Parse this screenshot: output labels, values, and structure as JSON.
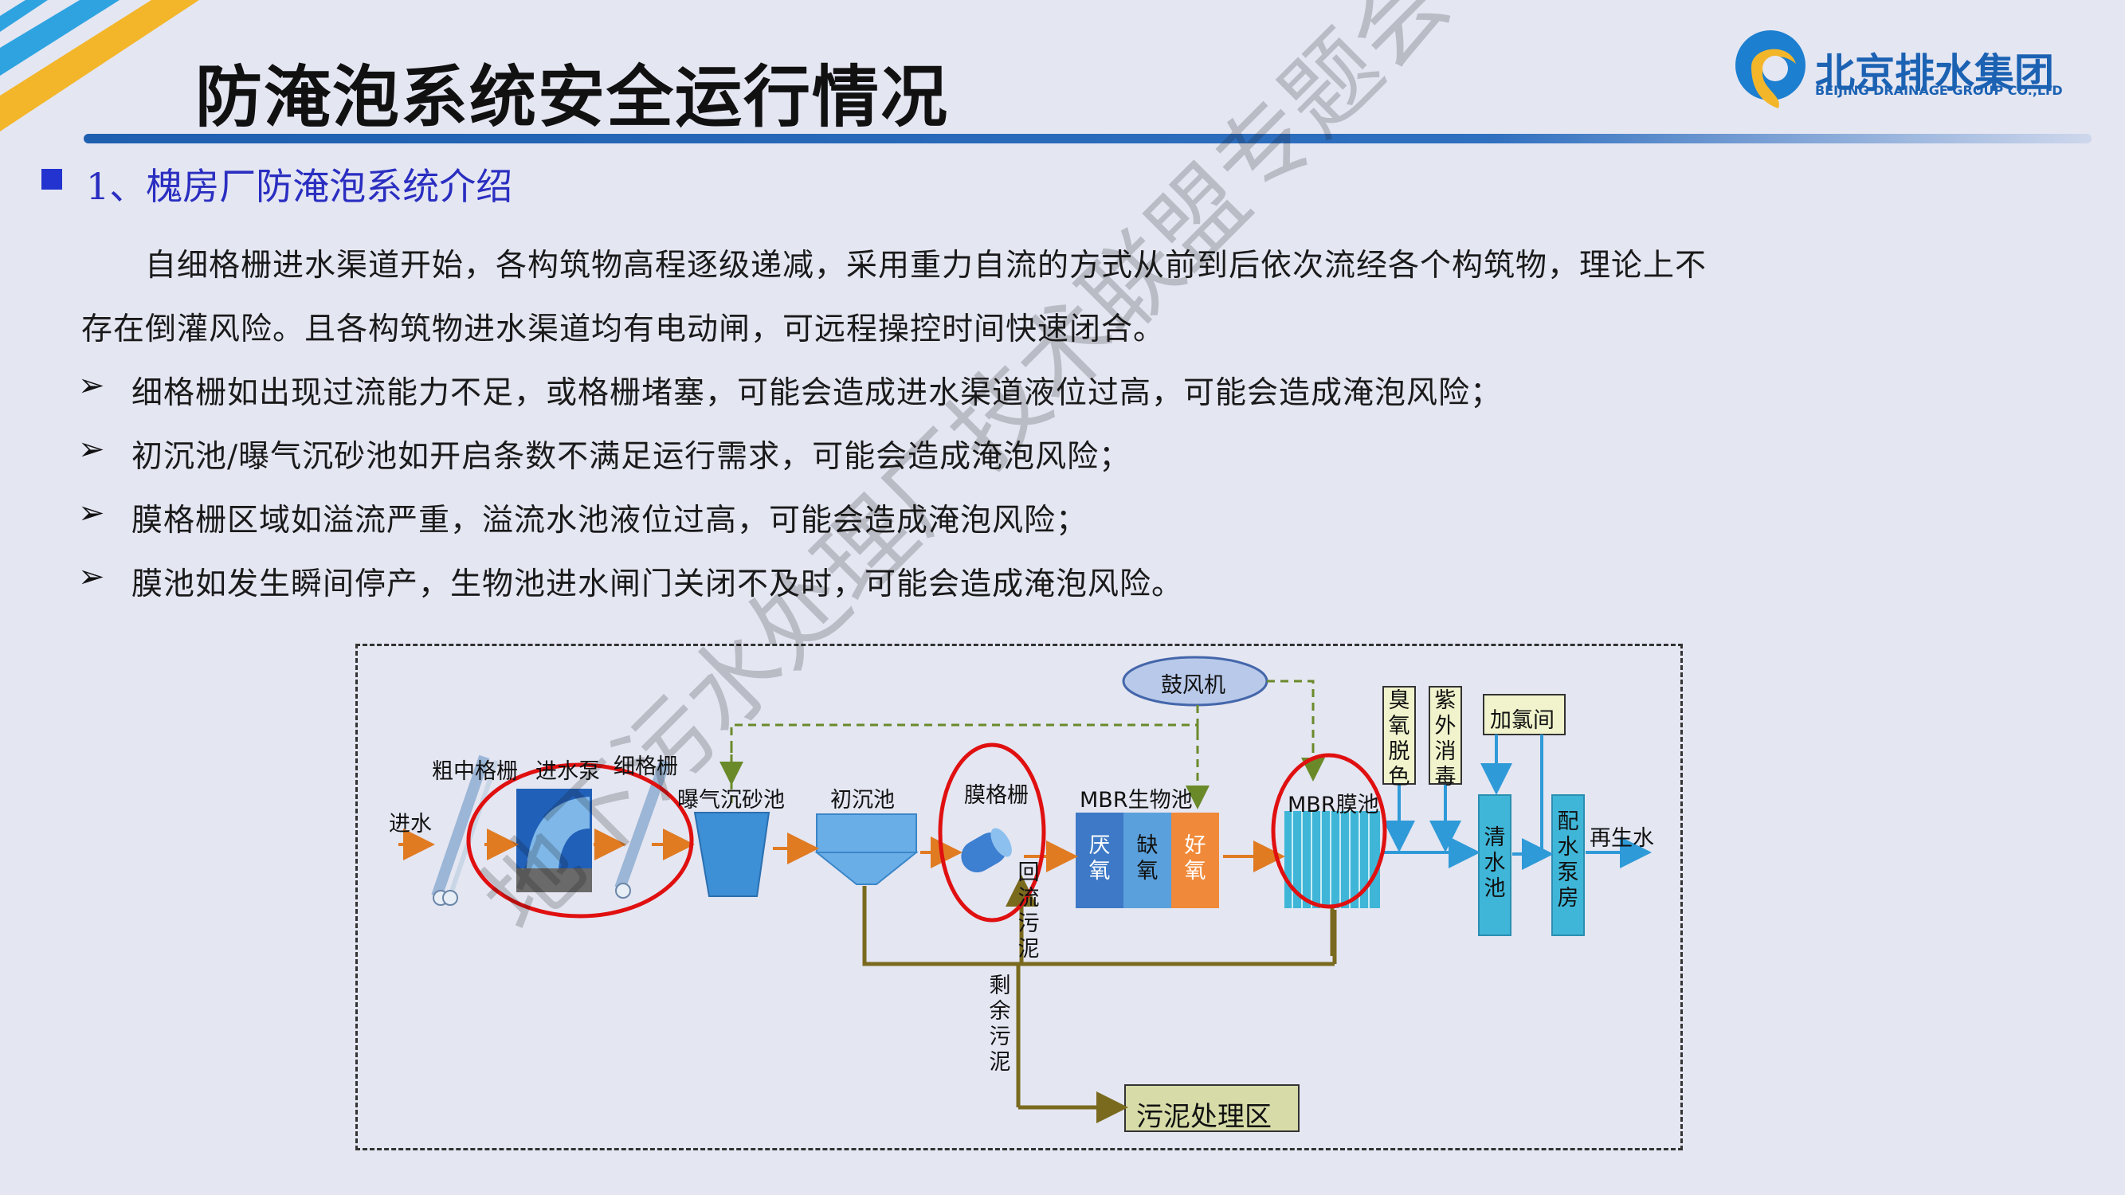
{
  "slide": {
    "title": "防淹泡系统安全运行情况",
    "logo": {
      "name": "北京排水集团",
      "subtitle": "BEIJING DRAINAGE GROUP CO.,LTD"
    },
    "section_heading": "1、槐房厂防淹泡系统介绍",
    "intro": [
      "自细格栅进水渠道开始，各构筑物高程逐级递减，采用重力自流的方式从前到后依次流经各个构筑物，理论上不",
      "存在倒灌风险。且各构筑物进水渠道均有电动闸，可远程操控时间快速闭合。"
    ],
    "bullets": [
      "细格栅如出现过流能力不足，或格栅堵塞，可能会造成进水渠道液位过高，可能会造成淹泡风险；",
      "初沉池/曝气沉砂池如开启条数不满足运行需求，可能会造成淹泡风险；",
      "膜格栅区域如溢流严重，溢流水池液位过高，可能会造成淹泡风险；",
      "膜池如发生瞬间停产，生物池进水闸门关闭不及时，可能会造成淹泡风险。"
    ],
    "watermark": "地下污水处理厂技术联盟专题会"
  },
  "diagram": {
    "labels": {
      "inflow": "进水",
      "coarse_screen": "粗中格栅",
      "inlet_pump": "进水泵",
      "fine_screen": "细格栅",
      "grit_chamber": "曝气沉砂池",
      "primary_clarifier": "初沉池",
      "membrane_screen": "膜格栅",
      "blower": "鼓风机",
      "mbr_bio": "MBR生物池",
      "anaerobic": [
        "厌",
        "氧"
      ],
      "anoxic": [
        "缺",
        "氧"
      ],
      "aerobic": [
        "好",
        "氧"
      ],
      "mbr_membrane": "MBR膜池",
      "ozone": [
        "臭",
        "氧",
        "脱",
        "色"
      ],
      "uv": [
        "紫",
        "外",
        "消",
        "毒"
      ],
      "chlorine": "加氯间",
      "clear_well": [
        "清",
        "水",
        "池"
      ],
      "dist_pump": [
        "配",
        "水",
        "泵",
        "房"
      ],
      "reclaimed": "再生水",
      "return_sludge": [
        "回",
        "流",
        "污",
        "泥"
      ],
      "excess_sludge": [
        "剩",
        "余",
        "污",
        "泥"
      ],
      "sludge_treatment": "污泥处理区"
    },
    "colors": {
      "flow_arrow": "#e07b22",
      "blue_line": "#2f9ad8",
      "sludge_line": "#7a6a1e",
      "air_line": "#6a8a2a",
      "highlight_circle": "#e01010"
    }
  }
}
